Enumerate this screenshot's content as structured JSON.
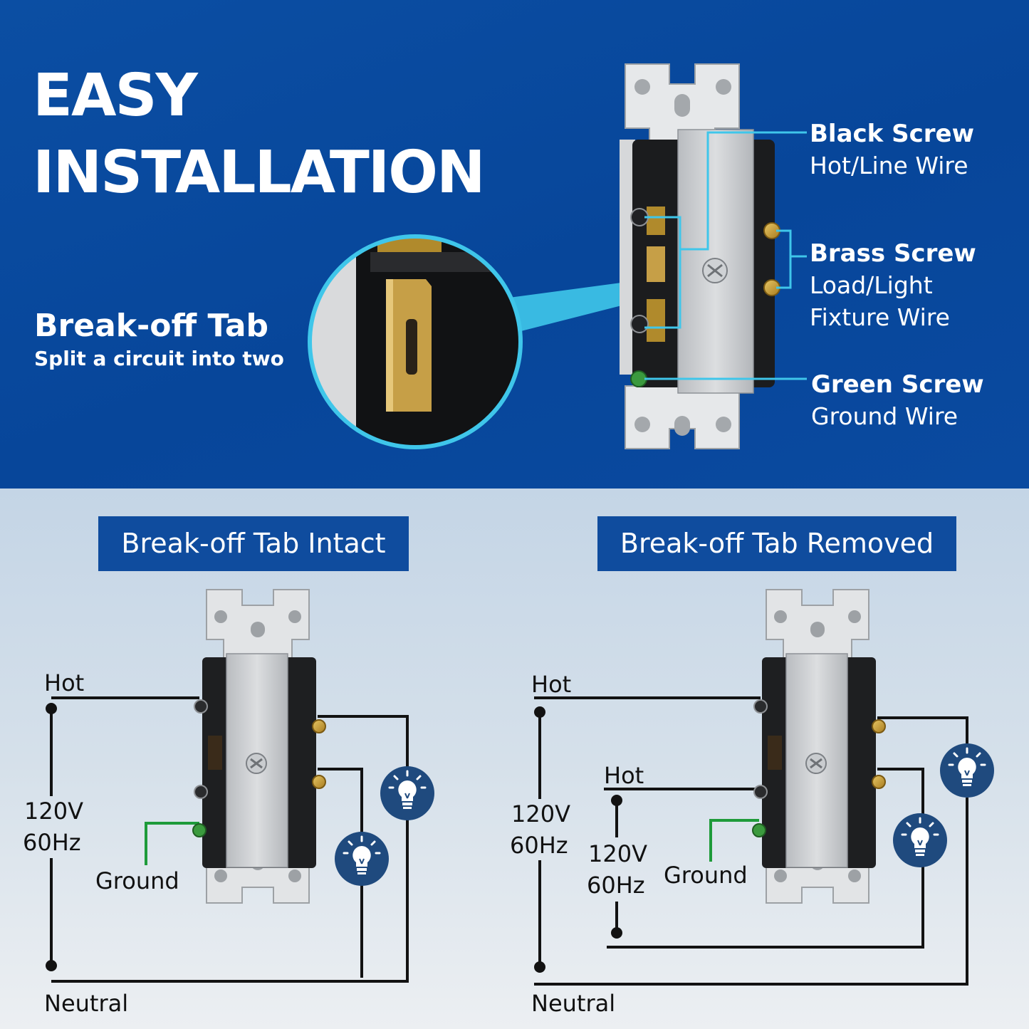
{
  "headline": {
    "line1": "EASY",
    "line2": "INSTALLATION"
  },
  "break_off": {
    "title": "Break-off Tab",
    "subtitle": "Split a circuit into two"
  },
  "callouts": {
    "black": {
      "title": "Black Screw",
      "desc": "Hot/Line Wire"
    },
    "brass": {
      "title": "Brass Screw",
      "desc_line1": "Load/Light",
      "desc_line2": "Fixture Wire"
    },
    "green": {
      "title": "Green Screw",
      "desc": "Ground Wire"
    }
  },
  "left_diagram": {
    "header": "Break-off Tab Intact",
    "hot": "Hot",
    "voltage": "120V",
    "frequency": "60Hz",
    "ground": "Ground",
    "neutral": "Neutral"
  },
  "right_diagram": {
    "header": "Break-off Tab Removed",
    "hot_top": "Hot",
    "hot_second": "Hot",
    "voltage_outer": "120V",
    "frequency_outer": "60Hz",
    "voltage_inner": "120V",
    "frequency_inner": "60Hz",
    "ground": "Ground",
    "neutral": "Neutral"
  },
  "colors": {
    "top_background": "#0a4ba1",
    "accent_cyan": "#3fc6ea",
    "tab_header": "#0f4c9e",
    "bulb_circle": "#1f4a7e",
    "ground_wire": "#1e9b3a",
    "brass": "#c9a23a"
  },
  "icons": [
    "lightbulb-icon",
    "screw-icon",
    "break-off-tab-closeup"
  ]
}
